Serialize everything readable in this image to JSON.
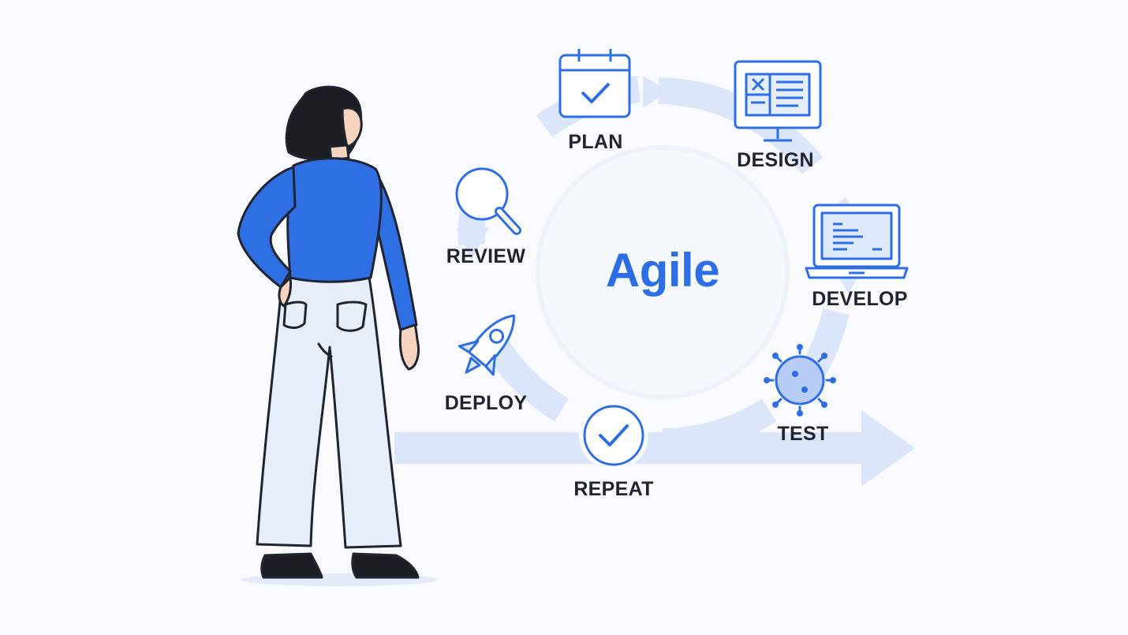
{
  "center_label": "Agile",
  "stages": {
    "plan": "PLAN",
    "design": "DESIGN",
    "develop": "DEVELOP",
    "test": "TEST",
    "repeat": "REPEAT",
    "deploy": "DEPLOY",
    "review": "REVIEW"
  },
  "icons": {
    "plan": "calendar-check-icon",
    "design": "monitor-wireframe-icon",
    "develop": "laptop-code-icon",
    "test": "bug-icon",
    "repeat": "check-circle-icon",
    "deploy": "rocket-icon",
    "review": "magnifier-icon",
    "person": "person-illustration"
  },
  "colors": {
    "accent": "#2d6ee6",
    "shirt": "#2f6fe4",
    "cycle_arrow": "#dbe6fb",
    "ink": "#1f2430",
    "pants": "#e8eef9"
  }
}
